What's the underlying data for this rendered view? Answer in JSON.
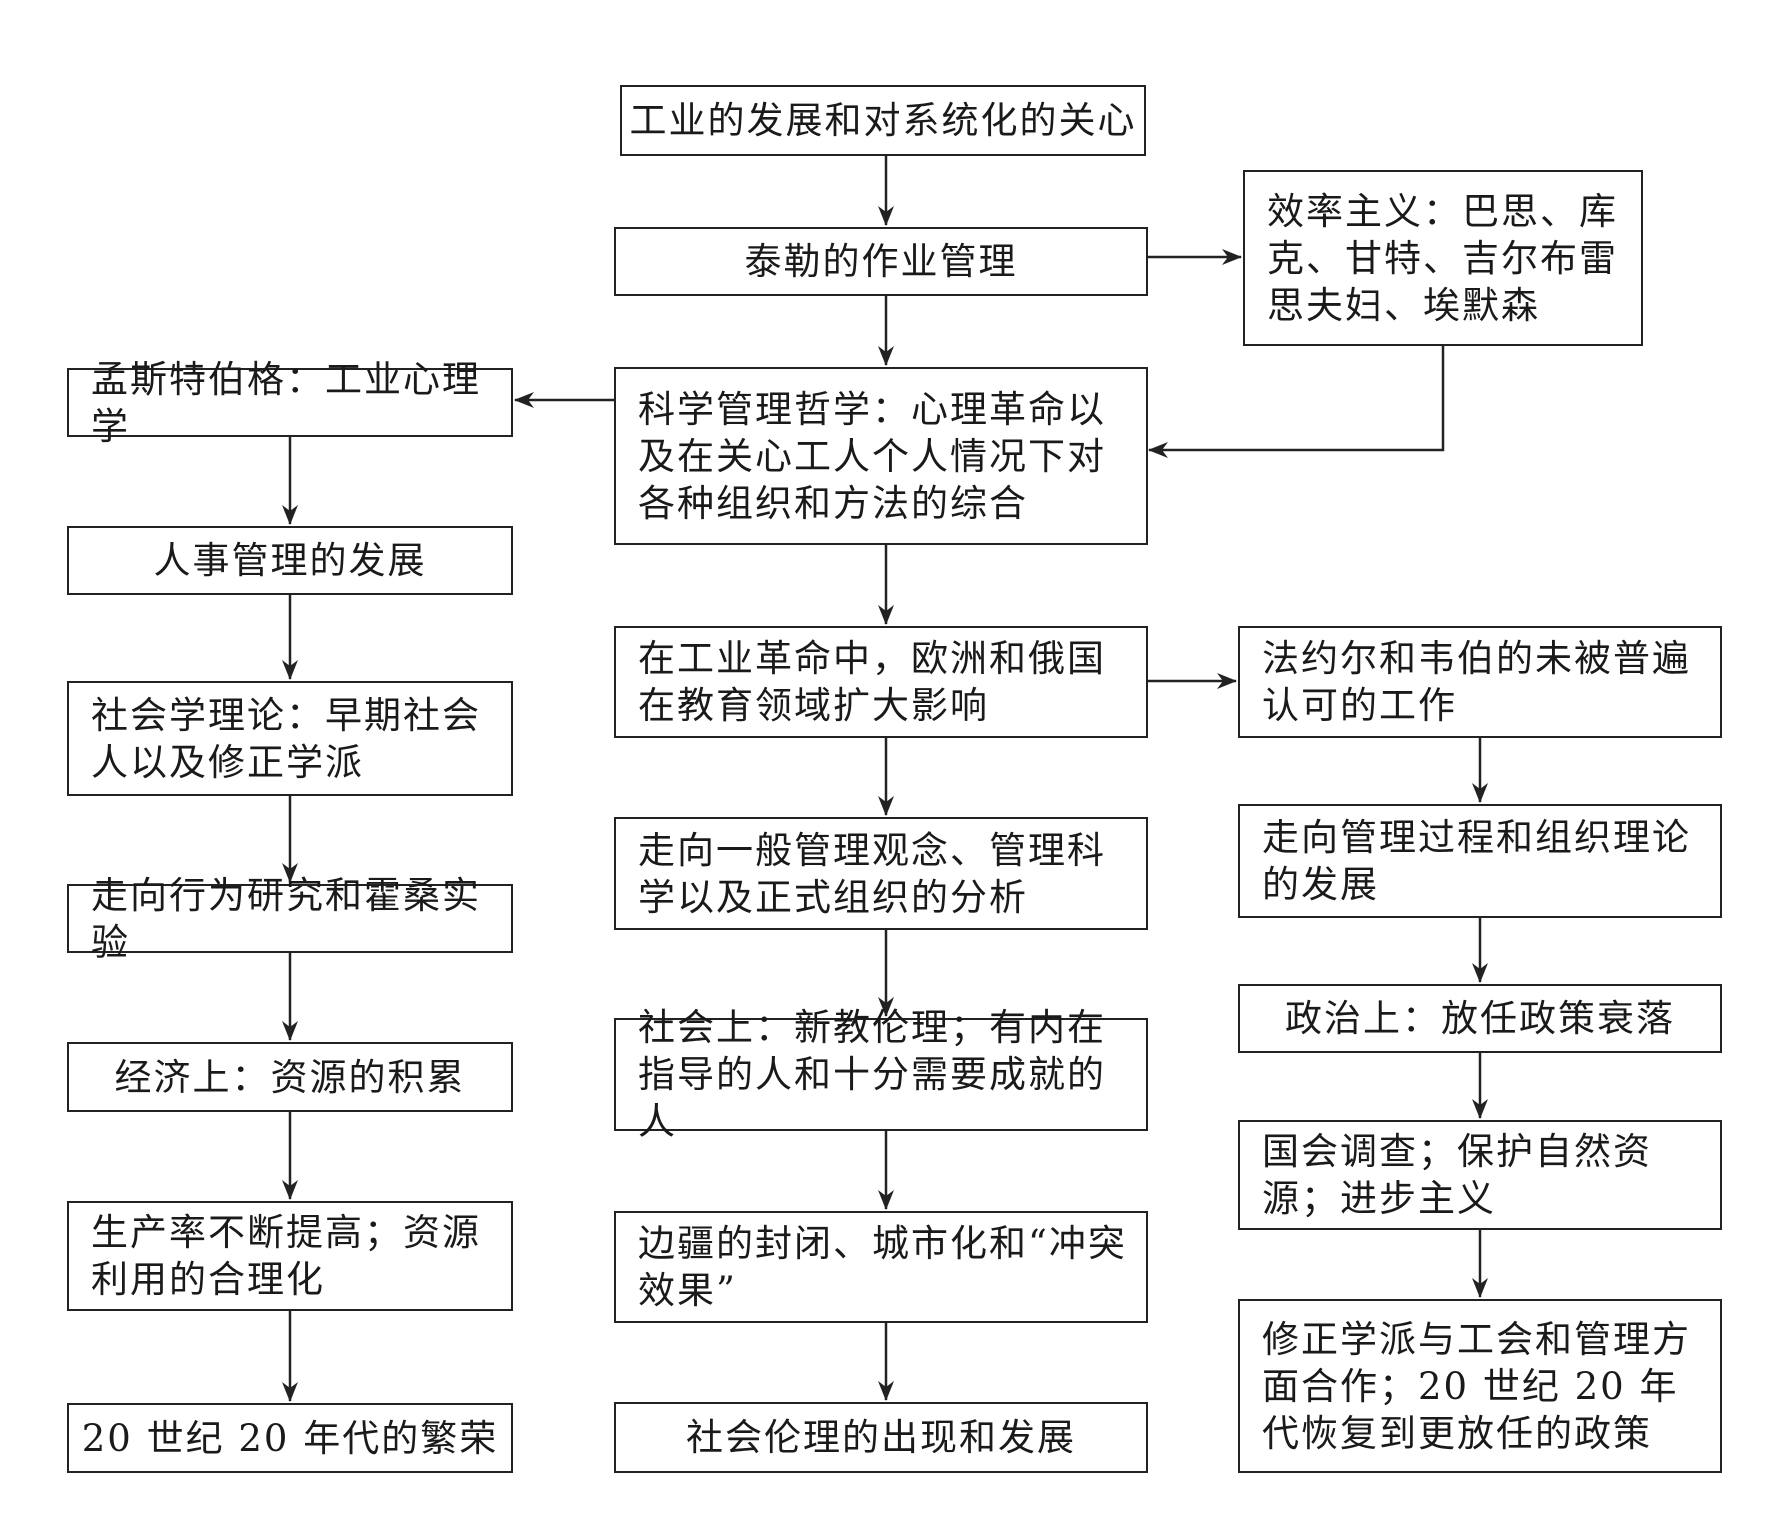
{
  "nodes": {
    "industry": "工业的发展和对系统化的关心",
    "taylor": "泰勒的作业管理",
    "efficiency": "效率主义：巴思、库克、甘特、吉尔布雷思夫妇、埃默森",
    "munsterberg": "孟斯特伯格：工业心理学",
    "philosophy": "科学管理哲学：心理革命以及在关心工人个人情况下对各种组织和方法的综合",
    "personnel": "人事管理的发展",
    "europe": "在工业革命中，欧洲和俄国在教育领域扩大影响",
    "fayol": "法约尔和韦伯的未被普遍认可的工作",
    "sociology": "社会学理论：早期社会人以及修正学派",
    "general": "走向一般管理观念、管理科学以及正式组织的分析",
    "process": "走向管理过程和组织理论的发展",
    "behavior": "走向行为研究和霍桑实验",
    "politics": "政治上：放任政策衰落",
    "economy": "经济上：资源的积累",
    "social": "社会上：新教伦理；有内在指导的人和十分需要成就的人",
    "congress": "国会调查；保护自然资源；进步主义",
    "productivity": "生产率不断提高；资源利用的合理化",
    "frontier": "边疆的封闭、城市化和“冲突效果”",
    "revision": "修正学派与工会和管理方面合作；20 世纪 20 年代恢复到更放任的政策",
    "prosperity": "20 世纪 20 年代的繁荣",
    "ethics": "社会伦理的出现和发展"
  }
}
